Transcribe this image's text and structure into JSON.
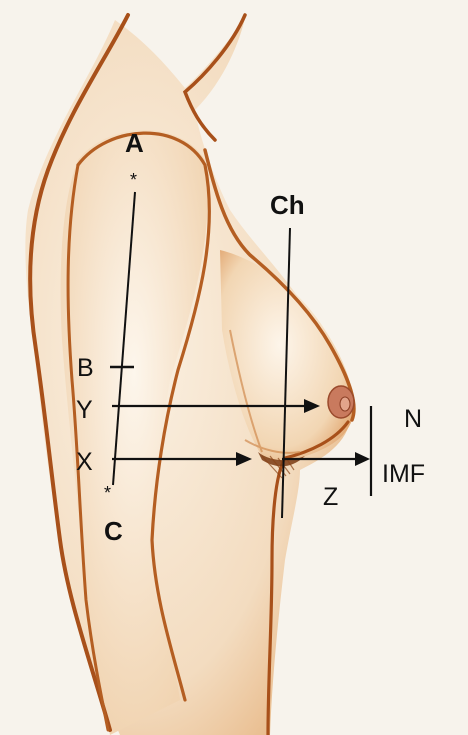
{
  "labels": {
    "a": "A",
    "b": "B",
    "c": "C",
    "ch": "Ch",
    "y": "Y",
    "x": "X",
    "n": "N",
    "z": "Z",
    "imf": "IMF",
    "star_a": "*",
    "star_c": "*"
  },
  "colors": {
    "paper": "#f7f3ec",
    "skin_dark": "#a8501a",
    "skin_mid": "#cf8a4c",
    "skin_light": "#f1cfa6",
    "areola": "#c97a5e",
    "ink": "#111111"
  }
}
